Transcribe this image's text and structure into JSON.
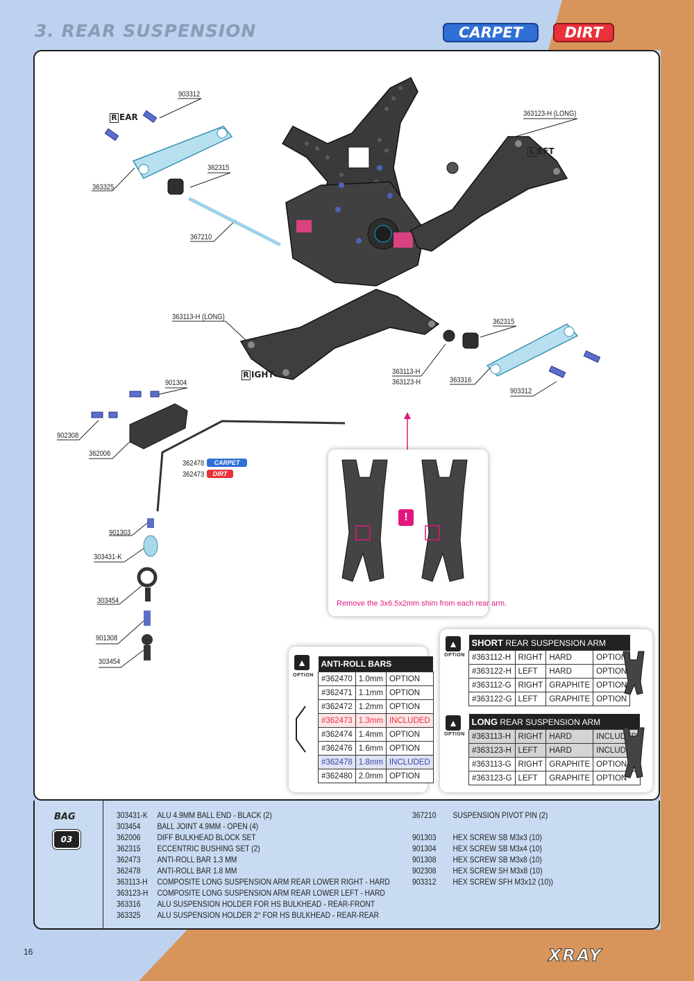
{
  "header": {
    "title": "3. REAR SUSPENSION",
    "badge_carpet": "CARPET",
    "badge_dirt": "DIRT"
  },
  "colors": {
    "bg_blue": "#bcd2ee",
    "bg_orange": "#d8955b",
    "carpet": "#2f6fd6",
    "dirt": "#e8313a",
    "note_pink": "#e2177e",
    "included_red": "#e8313a",
    "included_blue": "#3948a8"
  },
  "diagram": {
    "labels": {
      "l903312_top": "903312",
      "l363325": "363325",
      "l362315_top": "362315",
      "l367210": "367210",
      "l363123h_long": "363123-H (LONG)",
      "l363113h_long": "363113-H (LONG)",
      "l362315_mid": "362315",
      "l363113h": "363113-H",
      "l363123h": "363123-H",
      "l363316": "363316",
      "l903312_mid": "903312",
      "l901304": "901304",
      "l902308": "902308",
      "l362006": "362006",
      "l362478": "362478",
      "l362473": "362473",
      "l901303": "901303",
      "l303431k": "303431-K",
      "l303454_a": "303454",
      "l901308": "901308",
      "l303454_b": "303454"
    },
    "sides": {
      "rear_initial": "R",
      "rear_rest": "EAR",
      "left_initial": "L",
      "left_rest": "EFT",
      "right_initial": "R",
      "right_rest": "IGHT"
    },
    "mini_carpet": "CARPET",
    "mini_dirt": "DIRT",
    "note": "Remove the 3x6.5x2mm shim from each rear arm.",
    "alert": "!"
  },
  "antiroll": {
    "option_label": "OPTION",
    "title": "ANTI-ROLL BARS",
    "rows": [
      {
        "code": "#362470",
        "size": "1.0mm",
        "status": "OPTION",
        "hl": ""
      },
      {
        "code": "#362471",
        "size": "1.1mm",
        "status": "OPTION",
        "hl": ""
      },
      {
        "code": "#362472",
        "size": "1.2mm",
        "status": "OPTION",
        "hl": ""
      },
      {
        "code": "#362473",
        "size": "1.3mm",
        "status": "INCLUDED",
        "hl": "red"
      },
      {
        "code": "#362474",
        "size": "1.4mm",
        "status": "OPTION",
        "hl": ""
      },
      {
        "code": "#362476",
        "size": "1.6mm",
        "status": "OPTION",
        "hl": ""
      },
      {
        "code": "#362478",
        "size": "1.8mm",
        "status": "INCLUDED",
        "hl": "blue"
      },
      {
        "code": "#362480",
        "size": "2.0mm",
        "status": "OPTION",
        "hl": ""
      }
    ]
  },
  "short_arm": {
    "option_label": "OPTION",
    "title_bold": "SHORT",
    "title_rest": "REAR SUSPENSION ARM",
    "rows": [
      {
        "code": "#363112-H",
        "side": "RIGHT",
        "mat": "HARD",
        "status": "OPTION",
        "hl": false
      },
      {
        "code": "#363122-H",
        "side": "LEFT",
        "mat": "HARD",
        "status": "OPTION",
        "hl": false
      },
      {
        "code": "#363112-G",
        "side": "RIGHT",
        "mat": "GRAPHITE",
        "status": "OPTION",
        "hl": false
      },
      {
        "code": "#363122-G",
        "side": "LEFT",
        "mat": "GRAPHITE",
        "status": "OPTION",
        "hl": false
      }
    ]
  },
  "long_arm": {
    "option_label": "OPTION",
    "title_bold": "LONG",
    "title_rest": "REAR SUSPENSION ARM",
    "rows": [
      {
        "code": "#363113-H",
        "side": "RIGHT",
        "mat": "HARD",
        "status": "INCLUDED",
        "hl": true
      },
      {
        "code": "#363123-H",
        "side": "LEFT",
        "mat": "HARD",
        "status": "INCLUDED",
        "hl": true
      },
      {
        "code": "#363113-G",
        "side": "RIGHT",
        "mat": "GRAPHITE",
        "status": "OPTION",
        "hl": false
      },
      {
        "code": "#363123-G",
        "side": "LEFT",
        "mat": "GRAPHITE",
        "status": "OPTION",
        "hl": false
      }
    ]
  },
  "bag": {
    "label": "BAG",
    "number": "03"
  },
  "parts_left": [
    {
      "code": "303431-K",
      "desc": "ALU 4.9MM BALL END - BLACK (2)"
    },
    {
      "code": "303454",
      "desc": "BALL JOINT 4.9MM - OPEN (4)"
    },
    {
      "code": "362006",
      "desc": "DIFF BULKHEAD BLOCK SET"
    },
    {
      "code": "362315",
      "desc": "ECCENTRIC BUSHING SET (2)"
    },
    {
      "code": "362473",
      "desc": "ANTI-ROLL BAR 1.3 MM"
    },
    {
      "code": "362478",
      "desc": "ANTI-ROLL BAR 1.8 MM"
    },
    {
      "code": "363113-H",
      "desc": "COMPOSITE LONG SUSPENSION ARM REAR LOWER RIGHT - HARD"
    },
    {
      "code": "363123-H",
      "desc": "COMPOSITE LONG SUSPENSION ARM REAR LOWER LEFT - HARD"
    },
    {
      "code": "363316",
      "desc": "ALU SUSPENSION HOLDER FOR HS BULKHEAD - REAR-FRONT"
    },
    {
      "code": "363325",
      "desc": "ALU SUSPENSION HOLDER 2° FOR HS BULKHEAD - REAR-REAR"
    }
  ],
  "parts_right": [
    {
      "code": "367210",
      "desc": "SUSPENSION PIVOT PIN (2)"
    },
    {
      "code": "901303",
      "desc": "HEX SCREW  SB M3x3  (10)"
    },
    {
      "code": "901304",
      "desc": "HEX SCREW  SB M3x4  (10)"
    },
    {
      "code": "901308",
      "desc": "HEX SCREW  SB M3x8  (10)"
    },
    {
      "code": "902308",
      "desc": "HEX SCREW  SH M3x8  (10)"
    },
    {
      "code": "903312",
      "desc": "HEX SCREW  SFH M3x12  (10))"
    }
  ],
  "footer": {
    "page": "16",
    "brand": "XRAY"
  }
}
